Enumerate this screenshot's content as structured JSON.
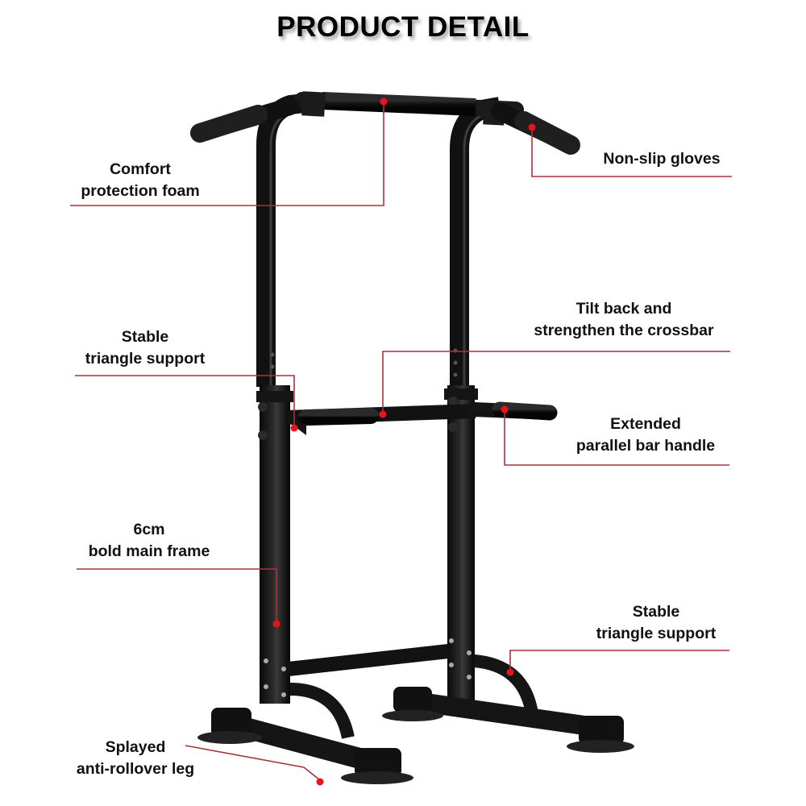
{
  "title": "PRODUCT DETAIL",
  "product": "pull-up power tower / dip station",
  "accent_color": "#b23a48",
  "callout_dot_color": "#e8141c",
  "callouts": [
    {
      "id": "comfort-foam",
      "lines": [
        "Comfort",
        "protection foam"
      ]
    },
    {
      "id": "non-slip-gloves",
      "lines": [
        "Non-slip gloves"
      ]
    },
    {
      "id": "crossbar",
      "lines": [
        "Tilt back and",
        "strengthen the crossbar"
      ]
    },
    {
      "id": "upper-triangle",
      "lines": [
        "Stable",
        "triangle support"
      ]
    },
    {
      "id": "parallel-bar",
      "lines": [
        "Extended",
        "parallel bar handle"
      ]
    },
    {
      "id": "main-frame",
      "lines": [
        "6cm",
        "bold main frame"
      ]
    },
    {
      "id": "lower-triangle",
      "lines": [
        "Stable",
        "triangle support"
      ]
    },
    {
      "id": "splayed-leg",
      "lines": [
        "Splayed",
        "anti-rollover leg"
      ]
    }
  ]
}
